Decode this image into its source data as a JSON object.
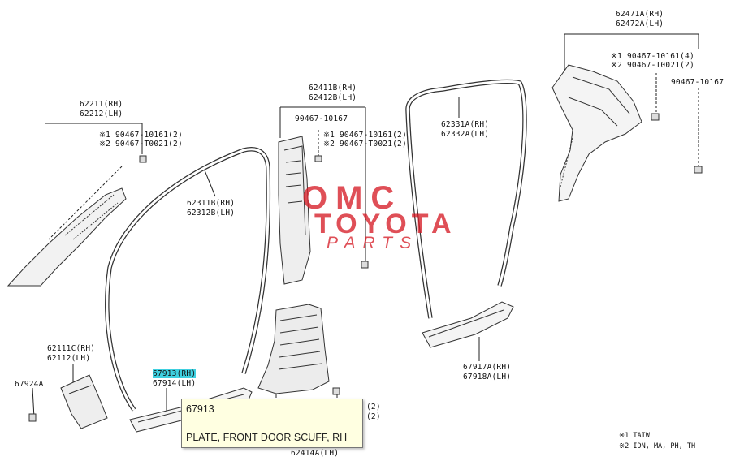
{
  "labels": {
    "l62471": "62471A(RH)",
    "l62472": "62472A(LH)",
    "l90467_t4": "※1 90467-10161(4)",
    "l90467_t2": "※2 90467-T0021(2)",
    "l90467_10167r": "90467-10167",
    "l62211": "62211(RH)",
    "l62212": "62212(LH)",
    "l62211_c1": "※1 90467-10161(2)",
    "l62211_c2": "※2 90467-T0021(2)",
    "l62411": "62411B(RH)",
    "l62412": "62412B(LH)",
    "l90467_10167c": "90467-10167",
    "l62411_c1": "※1 90467-10161(2)",
    "l62411_c2": "※2 90467-T0021(2)",
    "l62331": "62331A(RH)",
    "l62332": "62332A(LH)",
    "l62311": "62311B(RH)",
    "l62312": "62312B(LH)",
    "l62111": "62111C(RH)",
    "l62112": "62112(LH)",
    "l67924": "67924A",
    "l67913": "67913(RH)",
    "l67914": "67914(LH)",
    "l67917": "67917A(RH)",
    "l67918": "67918A(LH)",
    "l62414": "62414A(LH)",
    "lpart1": "(2)",
    "lpart2": "(2)"
  },
  "notes": {
    "n1": "※1 TAIW",
    "n2": "※2 IDN, MA, PH, TH"
  },
  "watermark": {
    "line1": "OMC",
    "line2": "TOYOTA",
    "line3": "PARTS",
    "color": "#d61e28"
  },
  "tooltip": {
    "code": "67913",
    "description": "PLATE, FRONT DOOR SCUFF, RH"
  },
  "colors": {
    "highlight": "#3fd0e0",
    "tooltip_bg": "#ffffe1"
  }
}
